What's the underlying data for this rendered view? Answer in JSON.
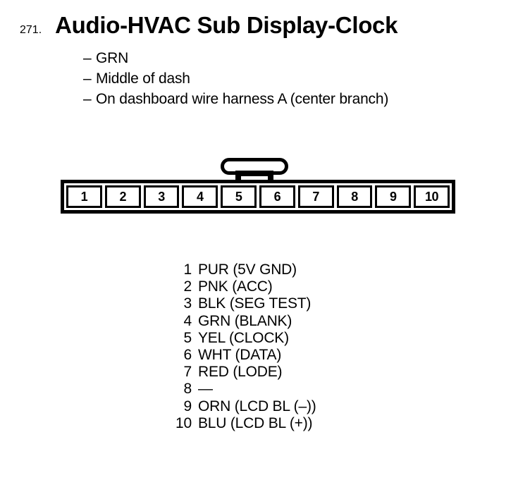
{
  "title": {
    "number": "271.",
    "text": "Audio-HVAC Sub Display-Clock"
  },
  "notes": [
    {
      "dash": "–",
      "text": "GRN"
    },
    {
      "dash": "–",
      "text": "Middle of dash"
    },
    {
      "dash": "–",
      "text": "On dashboard wire harness A (center branch)"
    }
  ],
  "connector": {
    "tab_name": "locking-tab",
    "pins": [
      "1",
      "2",
      "3",
      "4",
      "5",
      "6",
      "7",
      "8",
      "9",
      "10"
    ]
  },
  "pin_legend": [
    {
      "num": "1",
      "desc": "PUR (5V GND)"
    },
    {
      "num": "2",
      "desc": "PNK (ACC)"
    },
    {
      "num": "3",
      "desc": "BLK (SEG TEST)"
    },
    {
      "num": "4",
      "desc": "GRN (BLANK)"
    },
    {
      "num": "5",
      "desc": "YEL (CLOCK)"
    },
    {
      "num": "6",
      "desc": "WHT (DATA)"
    },
    {
      "num": "7",
      "desc": "RED (LODE)"
    },
    {
      "num": "8",
      "desc": "—"
    },
    {
      "num": "9",
      "desc": "ORN (LCD BL (–))"
    },
    {
      "num": "10",
      "desc": "BLU (LCD BL (+))"
    }
  ],
  "colors": {
    "ink": "#000000",
    "page": "#ffffff"
  }
}
